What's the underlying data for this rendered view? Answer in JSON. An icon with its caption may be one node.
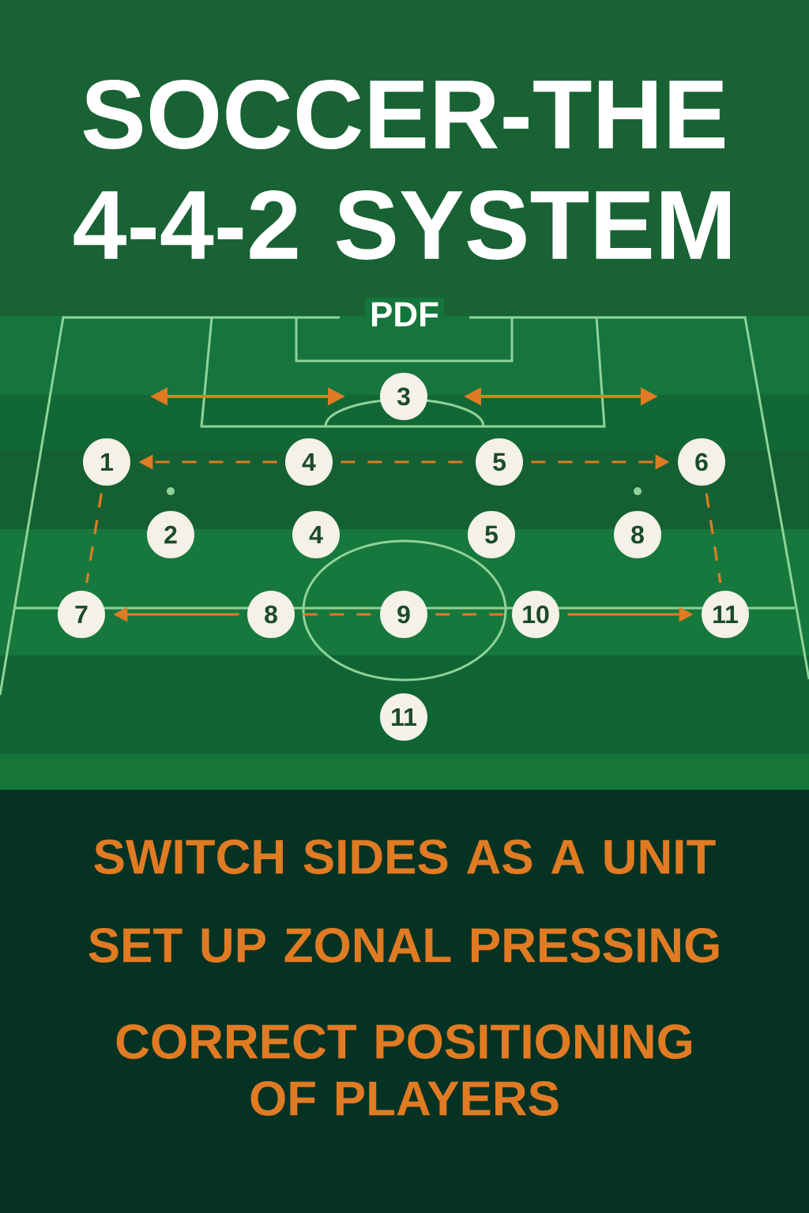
{
  "diagram": {
    "title": "SOCCER-THE 4-4-2 SYSTEM",
    "nodes": [
      {
        "text": [
          "3"
        ]
      },
      {
        "text": [
          "1"
        ]
      },
      {
        "text": [
          "4"
        ]
      },
      {
        "text": [
          "5"
        ]
      },
      {
        "text": [
          "6"
        ]
      },
      {
        "text": [
          "2"
        ]
      },
      {
        "text": [
          "4"
        ]
      },
      {
        "text": [
          "5"
        ]
      },
      {
        "text": [
          "8"
        ]
      },
      {
        "text": [
          "7"
        ]
      },
      {
        "text": [
          "8"
        ]
      },
      {
        "text": [
          "9"
        ]
      },
      {
        "text": [
          "10"
        ]
      },
      {
        "text": [
          "11"
        ]
      },
      {
        "text": [
          "11"
        ]
      }
    ],
    "edges": [
      {
        "from": 2,
        "to": 1,
        "arrow": "to",
        "style": "dashed"
      },
      {
        "from": 2,
        "to": 3,
        "arrow": "none",
        "style": "dashed"
      },
      {
        "from": 3,
        "to": 4,
        "arrow": "to",
        "style": "dashed"
      },
      {
        "from": 1,
        "to": 9,
        "arrow": "none",
        "style": "dashed"
      },
      {
        "from": 4,
        "to": 13,
        "arrow": "none",
        "style": "dashed"
      },
      {
        "from": 10,
        "to": 9,
        "arrow": "to"
      },
      {
        "from": 10,
        "to": 11,
        "arrow": "none",
        "style": "dashed"
      },
      {
        "from": 11,
        "to": 12,
        "arrow": "none",
        "style": "dashed"
      },
      {
        "from": 12,
        "to": 13,
        "arrow": "to"
      }
    ],
    "labels": [
      "PDF",
      "SWITCH SIDES AS A UNIT",
      "SET UP ZONAL PRESSING",
      "CORRECT POSITIONING OF PLAYERS"
    ]
  }
}
